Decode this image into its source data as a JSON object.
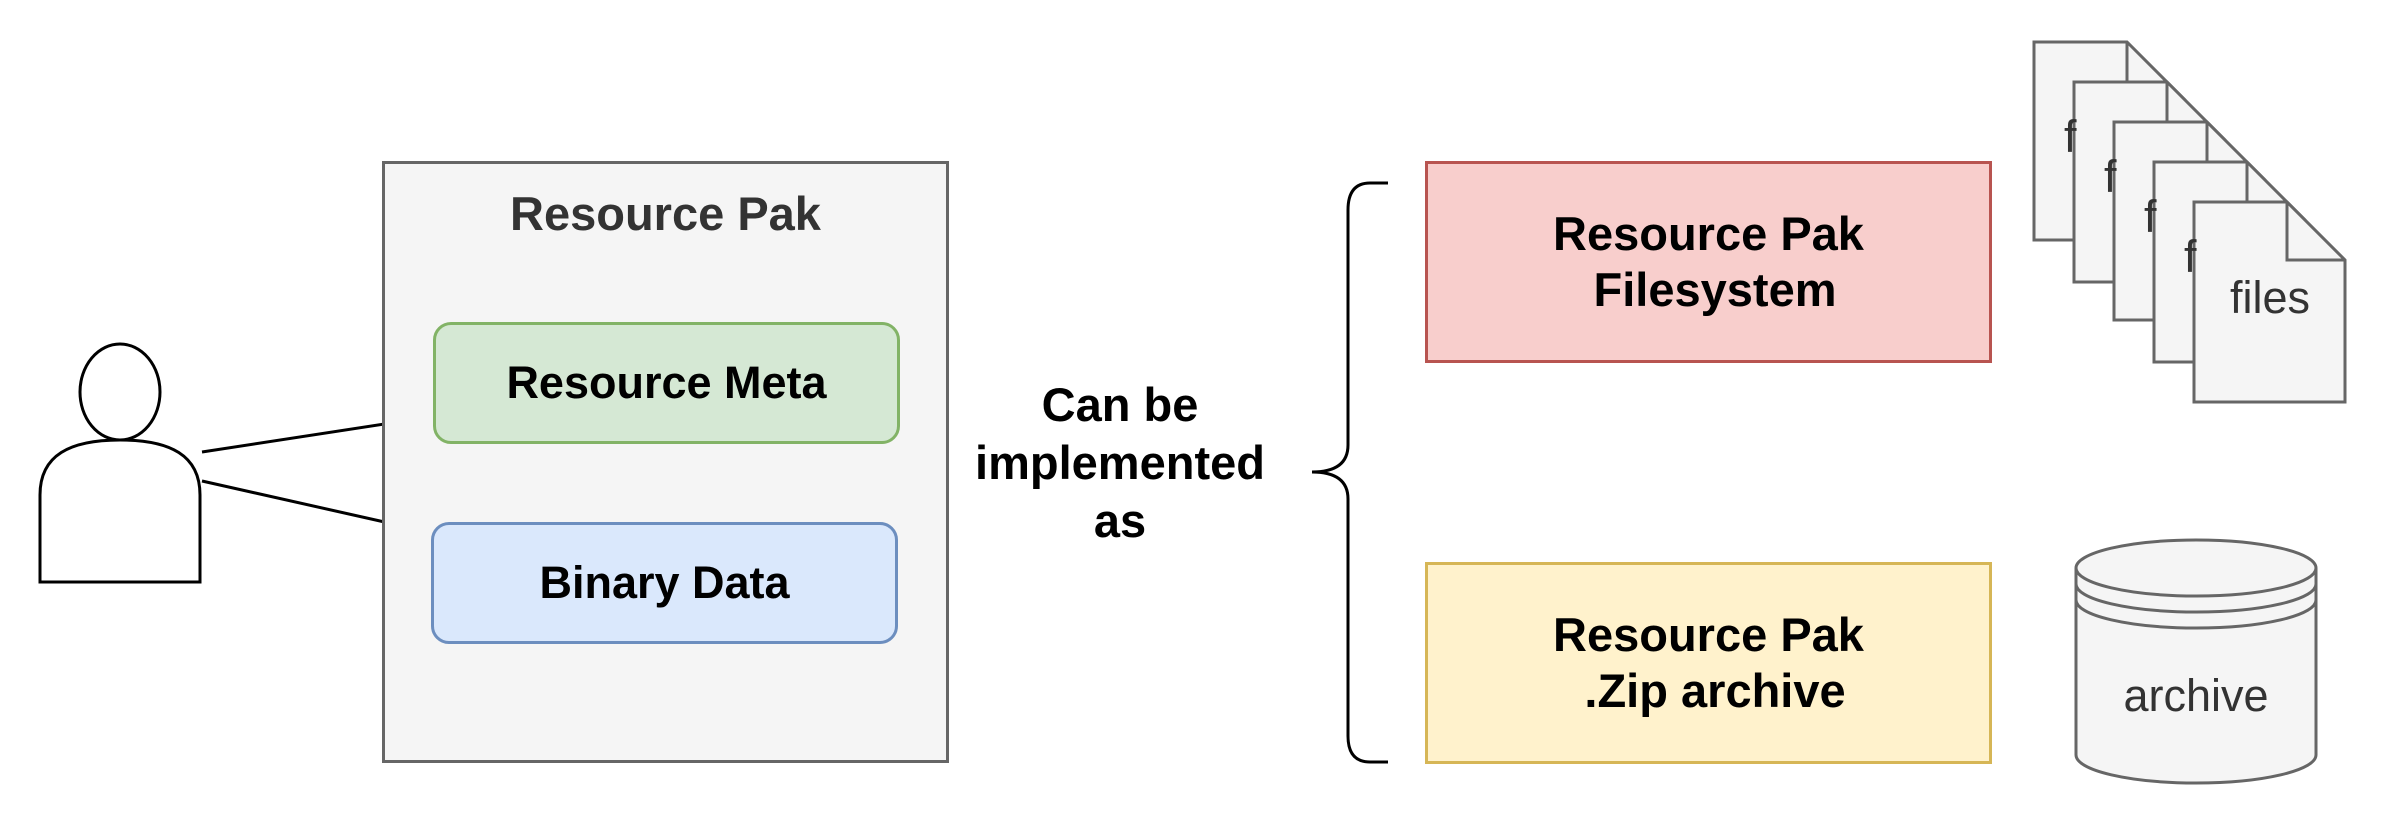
{
  "diagram": {
    "container_title": "Resource Pak",
    "meta_label": "Resource Meta",
    "binary_label": "Binary Data",
    "relation_label": "Can be\nimplemented\nas",
    "impl_filesystem_label": "Resource Pak\n Filesystem",
    "impl_zip_label": "Resource Pak\n .Zip archive",
    "files_icon_label": "files",
    "archive_icon_label": "archive"
  },
  "colors": {
    "container_fill": "#f5f5f5",
    "container_stroke": "#666666",
    "meta_fill": "#d5e8d4",
    "meta_stroke": "#82b366",
    "binary_fill": "#dae8fc",
    "binary_stroke": "#6c8ebf",
    "filesystem_fill": "#f8cecc",
    "filesystem_stroke": "#b85450",
    "zip_fill": "#fff2cc",
    "zip_stroke": "#d6b656",
    "icon_fill": "#f5f5f5",
    "icon_stroke": "#666666"
  }
}
